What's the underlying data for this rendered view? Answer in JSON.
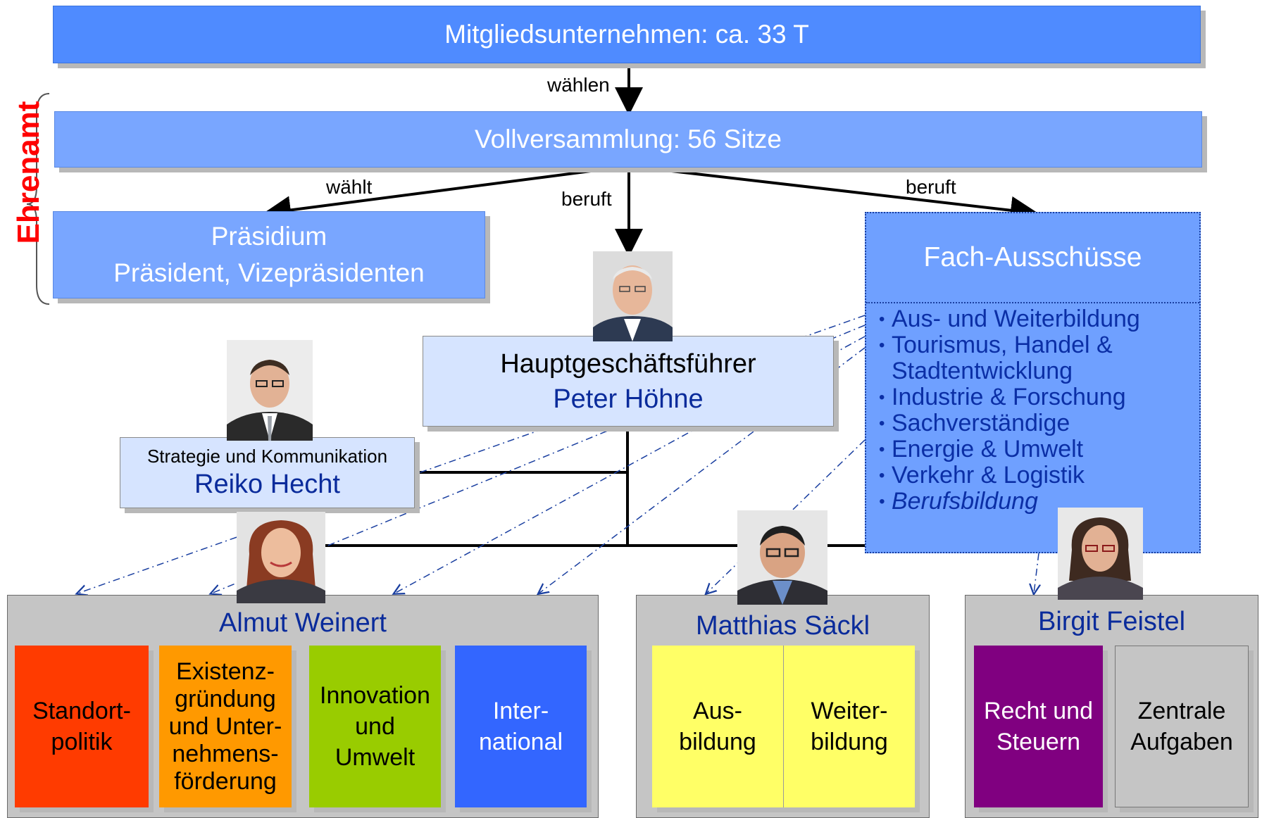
{
  "members": {
    "label": "Mitgliedsunternehmen: ca. 33 T"
  },
  "assembly": {
    "label": "Vollversammlung: 56 Sitze"
  },
  "edge_labels": {
    "elect_assembly": "wählen",
    "elects_presidium": "wählt",
    "appoints_ceo": "beruft",
    "appoints_committees": "beruft"
  },
  "side_label": "Ehrenamt",
  "presidium": {
    "title": "Präsidium",
    "subtitle": "Präsident, Vizepräsidenten"
  },
  "committees": {
    "title": "Fach-Ausschüsse",
    "items": [
      "Aus- und Weiterbildung",
      "Tourismus, Handel & Stadtentwicklung",
      "Industrie & Forschung",
      "Sachverständige",
      "Energie & Umwelt",
      "Verkehr & Logistik",
      "Berufsbildung"
    ]
  },
  "ceo": {
    "role": "Hauptgeschäftsführer",
    "name": "Peter Höhne"
  },
  "strategy": {
    "role": "Strategie und Kommunikation",
    "name": "Reiko Hecht"
  },
  "departments": [
    {
      "head": "Almut Weinert",
      "units": [
        "Standort-politik",
        "Existenz-gründung und Unter-nehmens-förderung",
        "Innovation und Umwelt",
        "Inter-national"
      ]
    },
    {
      "head": "Matthias Säckl",
      "units": [
        "Aus-bildung",
        "Weiter-bildung"
      ]
    },
    {
      "head": "Birgit Feistel",
      "units": [
        "Recht und Steuern",
        "Zentrale Aufgaben"
      ]
    }
  ],
  "colors": {
    "top_bar": "#4f8bff",
    "assembly": "#79a6ff",
    "standort": "#ff3b00",
    "existenz": "#ff9900",
    "innovation": "#99cc00",
    "international": "#3366ff",
    "bildung": "#ffff66",
    "recht": "#800080",
    "zentrale": "#c5c5c5",
    "side_label": "#ff0000"
  }
}
